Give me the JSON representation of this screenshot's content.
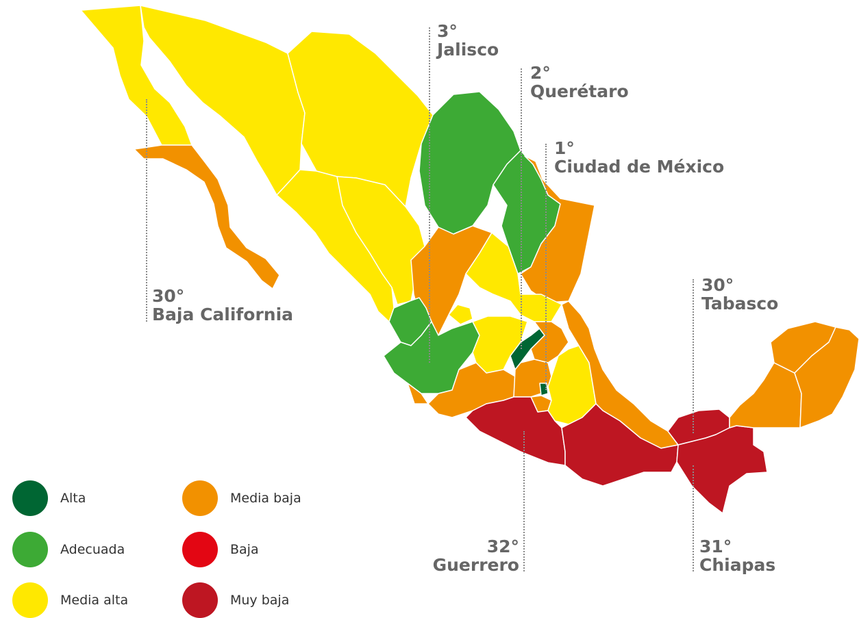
{
  "colors": {
    "alta": "#006633",
    "adecuada": "#3DAA35",
    "media_alta": "#FFE800",
    "media_baja": "#F29100",
    "baja": "#E30613",
    "muy_baja": "#BE1622",
    "callout_text": "#666666",
    "border": "#ffffff"
  },
  "regions": [
    {
      "name": "Baja California",
      "class": "media_alta"
    },
    {
      "name": "Baja California Sur",
      "class": "media_baja"
    },
    {
      "name": "Sonora",
      "class": "media_alta"
    },
    {
      "name": "Chihuahua",
      "class": "media_alta"
    },
    {
      "name": "Coahuila",
      "class": "adecuada"
    },
    {
      "name": "Nuevo León",
      "class": "adecuada"
    },
    {
      "name": "Tamaulipas",
      "class": "media_baja"
    },
    {
      "name": "Sinaloa",
      "class": "media_alta"
    },
    {
      "name": "Durango",
      "class": "media_alta"
    },
    {
      "name": "Zacatecas",
      "class": "media_baja"
    },
    {
      "name": "San Luis Potosí",
      "class": "media_alta"
    },
    {
      "name": "Nayarit",
      "class": "adecuada"
    },
    {
      "name": "Aguascalientes",
      "class": "media_alta"
    },
    {
      "name": "Jalisco",
      "class": "adecuada"
    },
    {
      "name": "Guanajuato",
      "class": "media_alta"
    },
    {
      "name": "Querétaro",
      "class": "alta"
    },
    {
      "name": "Hidalgo",
      "class": "media_baja"
    },
    {
      "name": "Colima",
      "class": "media_baja"
    },
    {
      "name": "Michoacán",
      "class": "media_baja"
    },
    {
      "name": "Estado de México",
      "class": "media_baja"
    },
    {
      "name": "Ciudad de México",
      "class": "alta"
    },
    {
      "name": "Morelos",
      "class": "media_baja"
    },
    {
      "name": "Tlaxcala",
      "class": "media_baja"
    },
    {
      "name": "Puebla",
      "class": "media_alta"
    },
    {
      "name": "Veracruz",
      "class": "media_baja"
    },
    {
      "name": "Guerrero",
      "class": "muy_baja"
    },
    {
      "name": "Oaxaca",
      "class": "muy_baja"
    },
    {
      "name": "Tabasco",
      "class": "muy_baja"
    },
    {
      "name": "Chiapas",
      "class": "muy_baja"
    },
    {
      "name": "Campeche",
      "class": "media_baja"
    },
    {
      "name": "Yucatán",
      "class": "media_baja"
    },
    {
      "name": "Quintana Roo",
      "class": "media_baja"
    }
  ],
  "callouts": {
    "jalisco": {
      "rank": "3°",
      "state": "Jalisco"
    },
    "queretaro": {
      "rank": "2°",
      "state": "Querétaro"
    },
    "cdmx": {
      "rank": "1°",
      "state": "Ciudad de México"
    },
    "baja_california": {
      "rank": "30°",
      "state": "Baja California"
    },
    "tabasco": {
      "rank": "30°",
      "state": "Tabasco"
    },
    "guerrero": {
      "rank": "32°",
      "state": "Guerrero"
    },
    "chiapas": {
      "rank": "31°",
      "state": "Chiapas"
    }
  },
  "legend": [
    {
      "label": "Alta",
      "color": "#006633"
    },
    {
      "label": "Adecuada",
      "color": "#3DAA35"
    },
    {
      "label": "Media alta",
      "color": "#FFE800"
    },
    {
      "label": "Media baja",
      "color": "#F29100"
    },
    {
      "label": "Baja",
      "color": "#E30613"
    },
    {
      "label": "Muy baja",
      "color": "#BE1622"
    }
  ]
}
